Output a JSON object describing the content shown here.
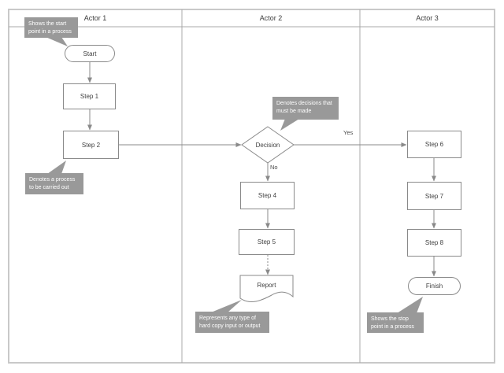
{
  "lanes": [
    {
      "label": "Actor 1"
    },
    {
      "label": "Actor 2"
    },
    {
      "label": "Actor 3"
    }
  ],
  "nodes": {
    "start": {
      "label": "Start",
      "type": "terminator",
      "lane": "Actor 1"
    },
    "step1": {
      "label": "Step 1",
      "type": "process",
      "lane": "Actor 1"
    },
    "step2": {
      "label": "Step 2",
      "type": "process",
      "lane": "Actor 1"
    },
    "decision": {
      "label": "Decision",
      "type": "decision",
      "lane": "Actor 2"
    },
    "step4": {
      "label": "Step 4",
      "type": "process",
      "lane": "Actor 2"
    },
    "step5": {
      "label": "Step 5",
      "type": "process",
      "lane": "Actor 2"
    },
    "report": {
      "label": "Report",
      "type": "document",
      "lane": "Actor 2"
    },
    "step6": {
      "label": "Step 6",
      "type": "process",
      "lane": "Actor 3"
    },
    "step7": {
      "label": "Step 7",
      "type": "process",
      "lane": "Actor 3"
    },
    "step8": {
      "label": "Step 8",
      "type": "process",
      "lane": "Actor 3"
    },
    "finish": {
      "label": "Finish",
      "type": "terminator",
      "lane": "Actor 3"
    }
  },
  "edges": [
    {
      "from": "start",
      "to": "step1",
      "label": "",
      "style": "solid"
    },
    {
      "from": "step1",
      "to": "step2",
      "label": "",
      "style": "solid"
    },
    {
      "from": "step2",
      "to": "decision",
      "label": "",
      "style": "solid"
    },
    {
      "from": "decision",
      "to": "step6",
      "label": "Yes",
      "style": "solid"
    },
    {
      "from": "decision",
      "to": "step4",
      "label": "No",
      "style": "solid"
    },
    {
      "from": "step4",
      "to": "step5",
      "label": "",
      "style": "solid"
    },
    {
      "from": "step5",
      "to": "report",
      "label": "",
      "style": "dotted"
    },
    {
      "from": "step6",
      "to": "step7",
      "label": "",
      "style": "solid"
    },
    {
      "from": "step7",
      "to": "step8",
      "label": "",
      "style": "solid"
    },
    {
      "from": "step8",
      "to": "finish",
      "label": "",
      "style": "solid"
    }
  ],
  "callouts": {
    "start_note": {
      "text": "Shows the start point in a process",
      "points_to": "start"
    },
    "process_note": {
      "text": "Denotes a process to be carried out",
      "points_to": "step2"
    },
    "decision_note": {
      "text": "Denotes decisions that must be made",
      "points_to": "decision"
    },
    "document_note": {
      "text": "Represents any type of hard copy input or output",
      "points_to": "report"
    },
    "stop_note": {
      "text": "Shows the stop point in a process",
      "points_to": "finish"
    }
  },
  "colors": {
    "shape_stroke": "#8a8a8a",
    "connector": "#8a8a8a",
    "grid_line": "#a9a9a9",
    "outer_border": "#c9c9c9",
    "callout_fill": "#999999",
    "callout_text": "#ffffff",
    "text": "#3f3f3f"
  }
}
